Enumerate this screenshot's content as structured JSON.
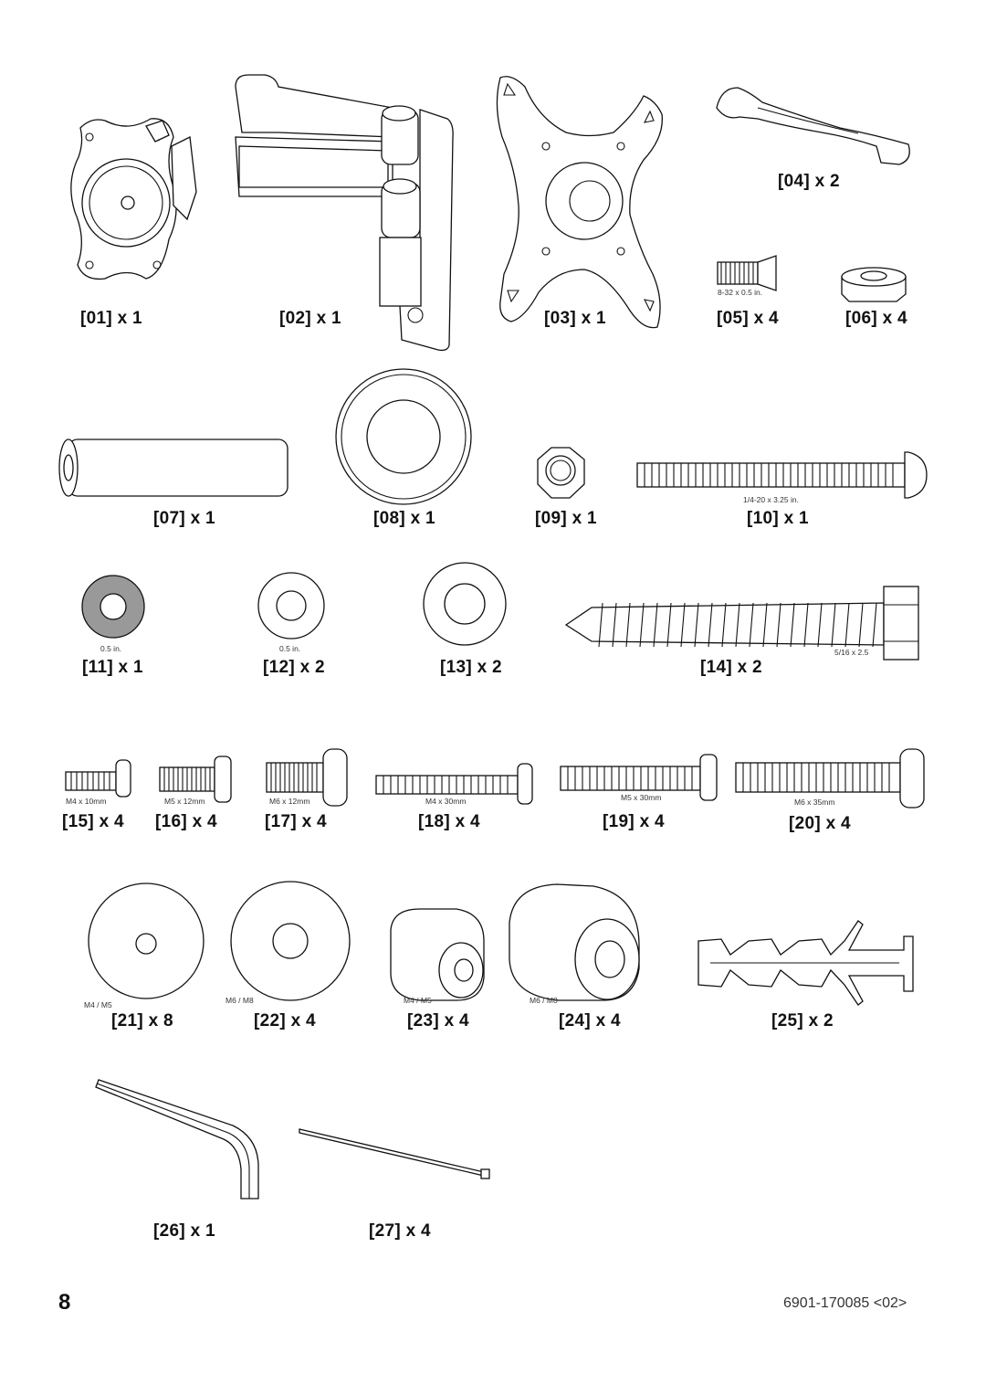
{
  "page_number": "8",
  "doc_code": "6901-170085 <02>",
  "parts": [
    {
      "id": "01",
      "label": "[01] x 1",
      "qty": 1
    },
    {
      "id": "02",
      "label": "[02] x 1",
      "qty": 1
    },
    {
      "id": "03",
      "label": "[03] x 1",
      "qty": 1
    },
    {
      "id": "04",
      "label": "[04] x 2",
      "qty": 2
    },
    {
      "id": "05",
      "label": "[05] x 4",
      "qty": 4,
      "size": "8-32 x 0.5 in."
    },
    {
      "id": "06",
      "label": "[06] x 4",
      "qty": 4
    },
    {
      "id": "07",
      "label": "[07] x 1",
      "qty": 1
    },
    {
      "id": "08",
      "label": "[08] x 1",
      "qty": 1
    },
    {
      "id": "09",
      "label": "[09] x 1",
      "qty": 1
    },
    {
      "id": "10",
      "label": "[10] x 1",
      "qty": 1,
      "size": "1/4-20 x 3.25 in."
    },
    {
      "id": "11",
      "label": "[11] x 1",
      "qty": 1,
      "size": "0.5 in."
    },
    {
      "id": "12",
      "label": "[12] x 2",
      "qty": 2,
      "size": "0.5 in."
    },
    {
      "id": "13",
      "label": "[13] x 2",
      "qty": 2
    },
    {
      "id": "14",
      "label": "[14] x 2",
      "qty": 2,
      "size": "5/16 x 2.5"
    },
    {
      "id": "15",
      "label": "[15] x 4",
      "qty": 4,
      "size": "M4 x 10mm"
    },
    {
      "id": "16",
      "label": "[16] x 4",
      "qty": 4,
      "size": "M5 x 12mm"
    },
    {
      "id": "17",
      "label": "[17] x 4",
      "qty": 4,
      "size": "M6 x 12mm"
    },
    {
      "id": "18",
      "label": "[18] x 4",
      "qty": 4,
      "size": "M4 x 30mm"
    },
    {
      "id": "19",
      "label": "[19] x 4",
      "qty": 4,
      "size": "M5 x 30mm"
    },
    {
      "id": "20",
      "label": "[20] x 4",
      "qty": 4,
      "size": "M6 x 35mm"
    },
    {
      "id": "21",
      "label": "[21] x 8",
      "qty": 8,
      "size": "M4 / M5"
    },
    {
      "id": "22",
      "label": "[22] x 4",
      "qty": 4,
      "size": "M6 / M8"
    },
    {
      "id": "23",
      "label": "[23] x 4",
      "qty": 4,
      "size": "M4 / M5"
    },
    {
      "id": "24",
      "label": "[24] x 4",
      "qty": 4,
      "size": "M6 / M8"
    },
    {
      "id": "25",
      "label": "[25] x 2",
      "qty": 2
    },
    {
      "id": "26",
      "label": "[26] x 1",
      "qty": 1
    },
    {
      "id": "27",
      "label": "[27] x 4",
      "qty": 4
    }
  ]
}
